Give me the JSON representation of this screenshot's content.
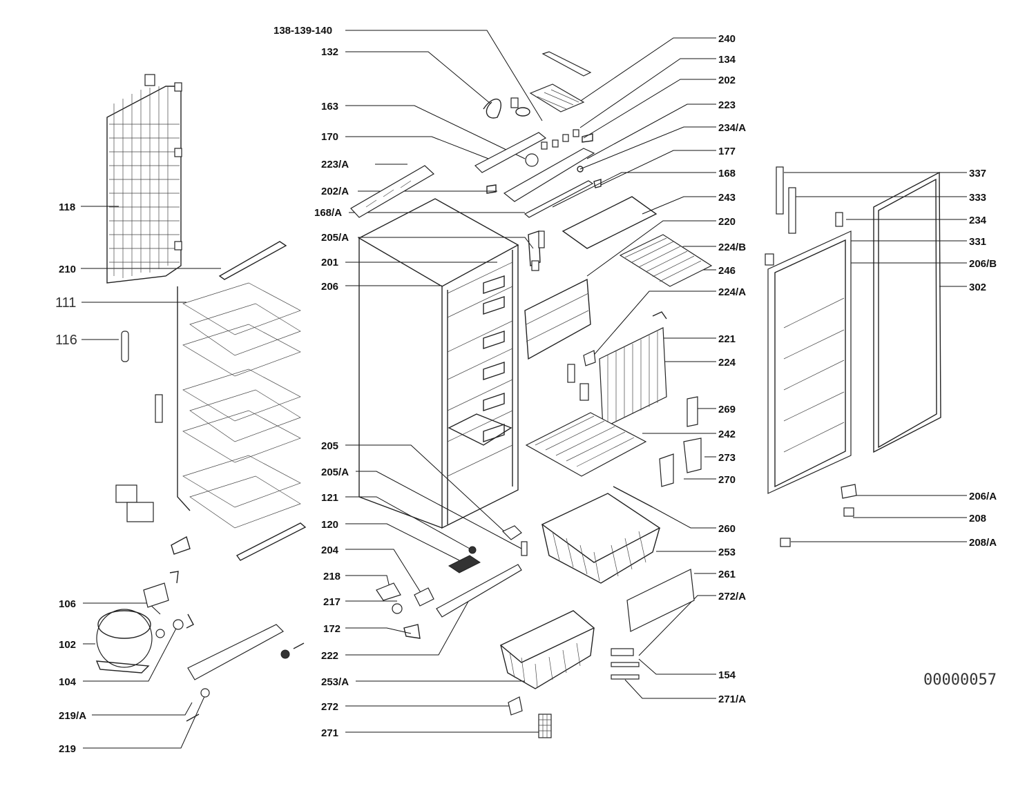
{
  "diagram_code": "00000057",
  "parts": {
    "p138_139_140": "138-139-140",
    "p132": "132",
    "p163": "163",
    "p170": "170",
    "p223A": "223/A",
    "p202A": "202/A",
    "p168A": "168/A",
    "p205A_top": "205/A",
    "p201": "201",
    "p206": "206",
    "p118": "118",
    "p210": "210",
    "p111": "111",
    "p116": "116",
    "p205": "205",
    "p205A": "205/A",
    "p121": "121",
    "p120": "120",
    "p204": "204",
    "p218": "218",
    "p217": "217",
    "p172": "172",
    "p222": "222",
    "p253A": "253/A",
    "p272": "272",
    "p271": "271",
    "p106": "106",
    "p102": "102",
    "p104": "104",
    "p219A": "219/A",
    "p219": "219",
    "p240": "240",
    "p134": "134",
    "p202": "202",
    "p223": "223",
    "p234A": "234/A",
    "p177": "177",
    "p168": "168",
    "p243": "243",
    "p220": "220",
    "p224B": "224/B",
    "p246": "246",
    "p224A": "224/A",
    "p221": "221",
    "p224": "224",
    "p269": "269",
    "p242": "242",
    "p273": "273",
    "p270": "270",
    "p260": "260",
    "p253": "253",
    "p261": "261",
    "p272A": "272/A",
    "p154": "154",
    "p271A": "271/A",
    "p337": "337",
    "p333": "333",
    "p234": "234",
    "p331": "331",
    "p206B": "206/B",
    "p302": "302",
    "p206A": "206/A",
    "p208": "208",
    "p208A": "208/A"
  }
}
